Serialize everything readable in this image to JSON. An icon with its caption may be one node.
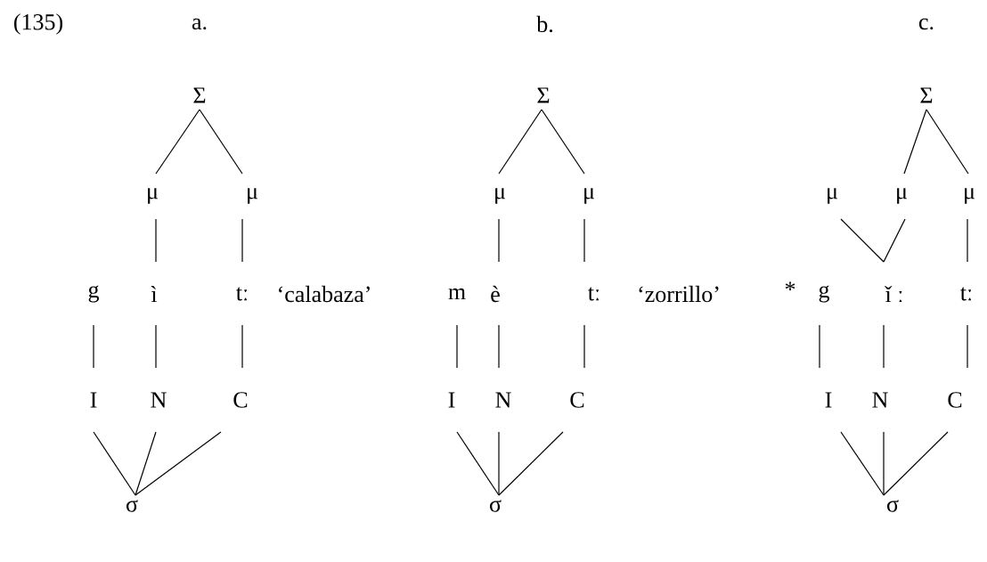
{
  "diagram": {
    "nodes": [
      {
        "text": [
          "Σ"
        ]
      },
      {
        "text": [
          "μ"
        ]
      },
      {
        "text": [
          "μ"
        ]
      },
      {
        "text": [
          "g"
        ]
      },
      {
        "text": [
          "ì"
        ]
      },
      {
        "text": [
          "tː"
        ]
      },
      {
        "text": [
          "I"
        ]
      },
      {
        "text": [
          "N"
        ]
      },
      {
        "text": [
          "C"
        ]
      },
      {
        "text": [
          "σ"
        ]
      },
      {
        "text": [
          "Σ"
        ]
      },
      {
        "text": [
          "μ"
        ]
      },
      {
        "text": [
          "μ"
        ]
      },
      {
        "text": [
          "m"
        ]
      },
      {
        "text": [
          "è"
        ]
      },
      {
        "text": [
          "tː"
        ]
      },
      {
        "text": [
          "I"
        ]
      },
      {
        "text": [
          "N"
        ]
      },
      {
        "text": [
          "C"
        ]
      },
      {
        "text": [
          "σ"
        ]
      },
      {
        "text": [
          "Σ"
        ]
      },
      {
        "text": [
          "μ"
        ]
      },
      {
        "text": [
          "μ"
        ]
      },
      {
        "text": [
          "μ"
        ]
      },
      {
        "text": [
          "g"
        ]
      },
      {
        "text": [
          "ǐ ː"
        ]
      },
      {
        "text": [
          "tː"
        ]
      },
      {
        "text": [
          "I"
        ]
      },
      {
        "text": [
          "N"
        ]
      },
      {
        "text": [
          "C"
        ]
      },
      {
        "text": [
          "σ"
        ]
      }
    ],
    "edges": [
      {
        "from": 0,
        "to": 1,
        "arrow": "none"
      },
      {
        "from": 0,
        "to": 2,
        "arrow": "none"
      },
      {
        "from": 1,
        "to": 4,
        "arrow": "none"
      },
      {
        "from": 2,
        "to": 5,
        "arrow": "none"
      },
      {
        "from": 3,
        "to": 6,
        "arrow": "none"
      },
      {
        "from": 4,
        "to": 7,
        "arrow": "none"
      },
      {
        "from": 5,
        "to": 8,
        "arrow": "none"
      },
      {
        "from": 6,
        "to": 9,
        "arrow": "none"
      },
      {
        "from": 7,
        "to": 9,
        "arrow": "none"
      },
      {
        "from": 8,
        "to": 9,
        "arrow": "none"
      },
      {
        "from": 10,
        "to": 11,
        "arrow": "none"
      },
      {
        "from": 10,
        "to": 12,
        "arrow": "none"
      },
      {
        "from": 11,
        "to": 14,
        "arrow": "none"
      },
      {
        "from": 12,
        "to": 15,
        "arrow": "none"
      },
      {
        "from": 13,
        "to": 16,
        "arrow": "none"
      },
      {
        "from": 14,
        "to": 17,
        "arrow": "none"
      },
      {
        "from": 15,
        "to": 18,
        "arrow": "none"
      },
      {
        "from": 16,
        "to": 19,
        "arrow": "none"
      },
      {
        "from": 17,
        "to": 19,
        "arrow": "none"
      },
      {
        "from": 18,
        "to": 19,
        "arrow": "none"
      },
      {
        "from": 20,
        "to": 22,
        "arrow": "none"
      },
      {
        "from": 20,
        "to": 23,
        "arrow": "none"
      },
      {
        "from": 21,
        "to": 25,
        "arrow": "none"
      },
      {
        "from": 22,
        "to": 25,
        "arrow": "none"
      },
      {
        "from": 23,
        "to": 26,
        "arrow": "none"
      },
      {
        "from": 24,
        "to": 27,
        "arrow": "none"
      },
      {
        "from": 25,
        "to": 28,
        "arrow": "none"
      },
      {
        "from": 26,
        "to": 29,
        "arrow": "none"
      },
      {
        "from": 27,
        "to": 30,
        "arrow": "none"
      },
      {
        "from": 28,
        "to": 30,
        "arrow": "none"
      },
      {
        "from": 29,
        "to": 30,
        "arrow": "none"
      }
    ],
    "labels": [
      "(135)",
      "a.",
      "b.",
      "c.",
      "‘calabaza’",
      "‘zorrillo’",
      "*"
    ]
  }
}
